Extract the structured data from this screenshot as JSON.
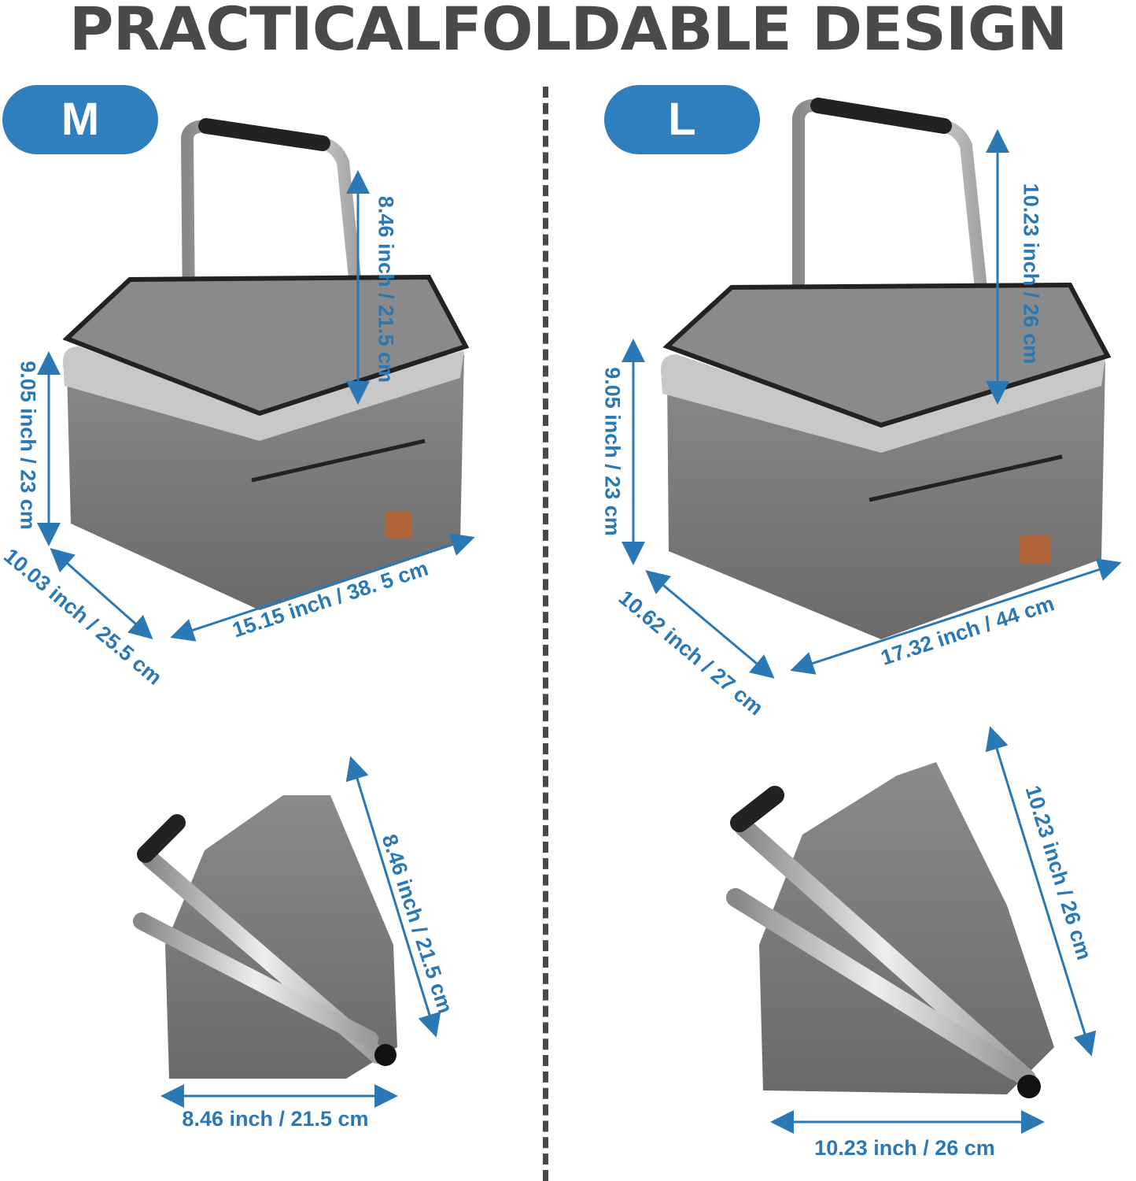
{
  "title": "PRACTICALFOLDABLE DESIGN",
  "colors": {
    "accent": "#2f7fbf",
    "dimension_text": "#2a78b4",
    "title": "#4a4a4a",
    "fabric": "#7a7a7a"
  },
  "sizes": {
    "M": {
      "badge": "M",
      "open": {
        "handle_height": "8.46 inch  /  21.5 cm",
        "body_height": "9.05 inch / 23 cm",
        "depth": "10.03 inch / 25.5 cm",
        "width": "15.15 inch / 38. 5 cm"
      },
      "folded": {
        "height": "8.46 inch  /  21.5 cm",
        "width": "8.46 inch  /  21.5 cm"
      }
    },
    "L": {
      "badge": "L",
      "open": {
        "handle_height": "10.23 inch  /  26 cm",
        "body_height": "9.05 inch / 23 cm",
        "depth": "10.62 inch / 27 cm",
        "width": "17.32 inch / 44 cm"
      },
      "folded": {
        "height": "10.23 inch  /  26 cm",
        "width": "10.23 inch  /  26 cm"
      }
    }
  }
}
